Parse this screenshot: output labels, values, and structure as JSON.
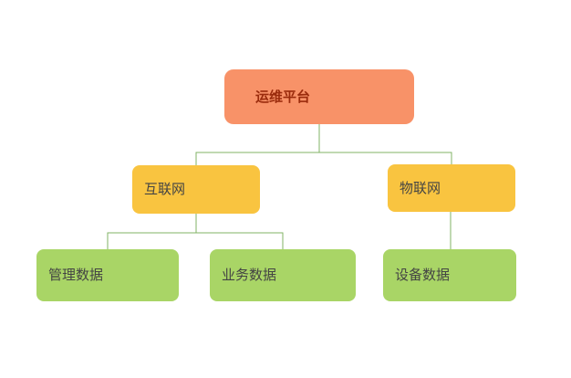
{
  "diagram": {
    "connector_color": "#82b366",
    "nodes": {
      "root": {
        "label": "运维平台",
        "fill": "#f89268",
        "text_color": "#9a2b0c"
      },
      "internet": {
        "label": "互联网",
        "fill": "#f9c440",
        "text_color": "#444444"
      },
      "iot": {
        "label": "物联网",
        "fill": "#f9c440",
        "text_color": "#444444"
      },
      "management_data": {
        "label": "管理数据",
        "fill": "#a9d566",
        "text_color": "#444444"
      },
      "business_data": {
        "label": "业务数据",
        "fill": "#a9d566",
        "text_color": "#444444"
      },
      "device_data": {
        "label": "设备数据",
        "fill": "#a9d566",
        "text_color": "#444444"
      }
    },
    "edges": [
      {
        "from": "root",
        "to": "internet"
      },
      {
        "from": "root",
        "to": "iot"
      },
      {
        "from": "internet",
        "to": "management_data"
      },
      {
        "from": "internet",
        "to": "business_data"
      },
      {
        "from": "iot",
        "to": "device_data"
      }
    ]
  }
}
